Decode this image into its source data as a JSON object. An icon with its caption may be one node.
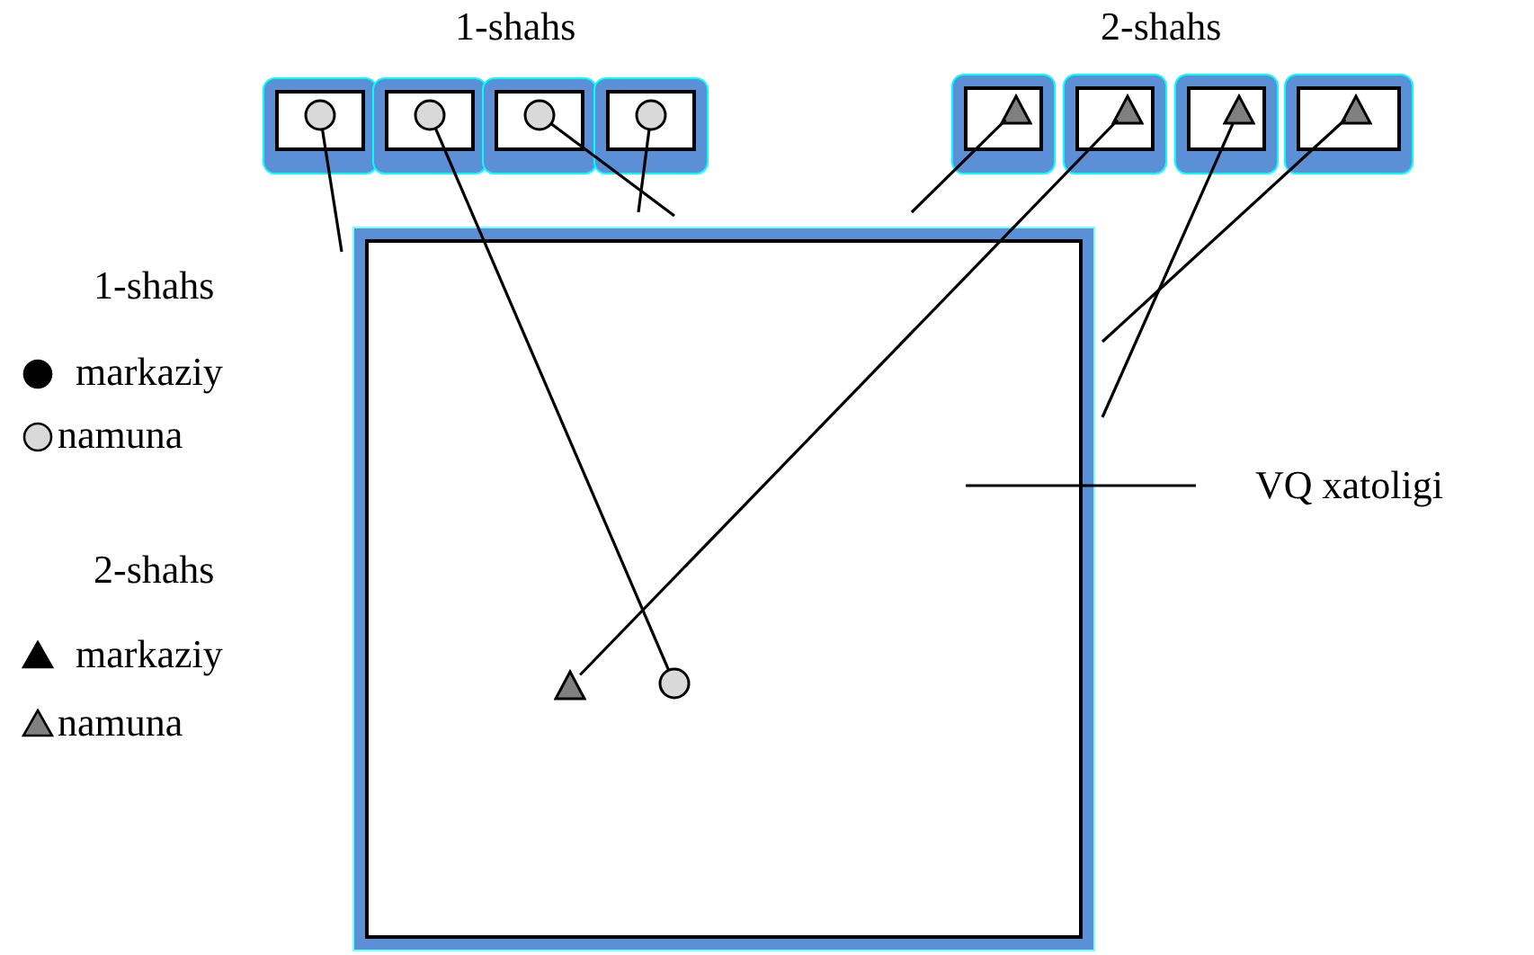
{
  "diagram": {
    "nodes": [
      {
        "text": [],
        "shape": "box"
      },
      {
        "text": [],
        "shape": "circle",
        "in": 0
      },
      {
        "text": [],
        "shape": "box"
      },
      {
        "text": [],
        "shape": "circle",
        "in": 2
      },
      {
        "text": [],
        "shape": "box"
      },
      {
        "text": [],
        "shape": "circle",
        "in": 4
      },
      {
        "text": [],
        "shape": "box"
      },
      {
        "text": [],
        "shape": "circle",
        "in": 6
      },
      {
        "text": [],
        "shape": "box"
      },
      {
        "text": [],
        "shape": "triangle",
        "in": 8
      },
      {
        "text": [],
        "shape": "box"
      },
      {
        "text": [],
        "shape": "triangle",
        "in": 10
      },
      {
        "text": [],
        "shape": "box"
      },
      {
        "text": [],
        "shape": "triangle",
        "in": 12
      },
      {
        "text": [],
        "shape": "box"
      },
      {
        "text": [],
        "shape": "triangle",
        "in": 14
      },
      {
        "text": [],
        "shape": "box"
      },
      {
        "text": [],
        "shape": "triangle",
        "in": 16
      },
      {
        "text": [],
        "shape": "circle",
        "in": 16
      },
      {
        "text": [
          "VQ xatoligi"
        ]
      }
    ],
    "edges": [
      {
        "from": 1,
        "to": 16,
        "arrow": "none"
      },
      {
        "from": 3,
        "to": 18,
        "arrow": "none"
      },
      {
        "from": 5,
        "to": 16,
        "arrow": "none"
      },
      {
        "from": 7,
        "to": 16,
        "arrow": "none"
      },
      {
        "from": 9,
        "to": 16,
        "arrow": "none"
      },
      {
        "from": 11,
        "to": 17,
        "arrow": "none"
      },
      {
        "from": 13,
        "to": 16,
        "arrow": "none"
      },
      {
        "from": 15,
        "to": 16,
        "arrow": "none"
      },
      {
        "from": 19,
        "to": 16,
        "arrow": "none"
      }
    ],
    "labels": [
      "1-shahs",
      "2-shahs",
      "1-shahs",
      "2-shahs"
    ],
    "legend": [
      {
        "text": "markaziy"
      },
      {
        "text": "namuna"
      },
      {
        "text": "markaziy"
      },
      {
        "text": "namuna"
      }
    ]
  }
}
